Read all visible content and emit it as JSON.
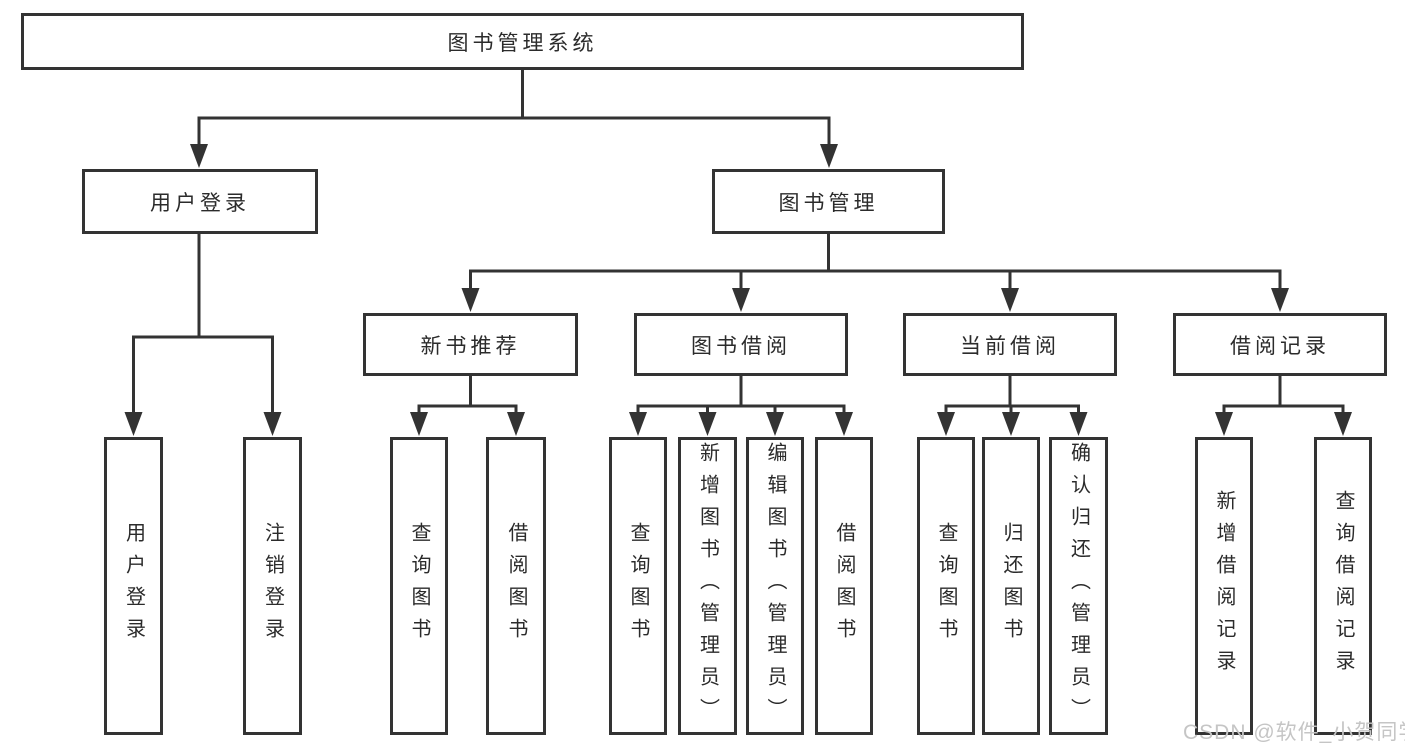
{
  "diagram": {
    "root": {
      "label": "图书管理系统"
    },
    "children": [
      {
        "label": "用户登录",
        "children": [
          {
            "label": "用户登录"
          },
          {
            "label": "注销登录"
          }
        ]
      },
      {
        "label": "图书管理",
        "children": [
          {
            "label": "新书推荐",
            "children": [
              {
                "label": "查询图书"
              },
              {
                "label": "借阅图书"
              }
            ]
          },
          {
            "label": "图书借阅",
            "children": [
              {
                "label": "查询图书"
              },
              {
                "label": "新增图书（管理员）"
              },
              {
                "label": "编辑图书（管理员）"
              },
              {
                "label": "借阅图书"
              }
            ]
          },
          {
            "label": "当前借阅",
            "children": [
              {
                "label": "查询图书"
              },
              {
                "label": "归还图书"
              },
              {
                "label": "确认归还（管理员）"
              }
            ]
          },
          {
            "label": "借阅记录",
            "children": [
              {
                "label": "新增借阅记录"
              },
              {
                "label": "查询借阅记录"
              }
            ]
          }
        ]
      }
    ]
  },
  "watermark": {
    "label": "CSDN @软件_小贺同学",
    "color": "#c5c5c5"
  },
  "style": {
    "line_color": "#333333",
    "box_background": "#ffffff",
    "text_color": "#2b2b2b"
  }
}
